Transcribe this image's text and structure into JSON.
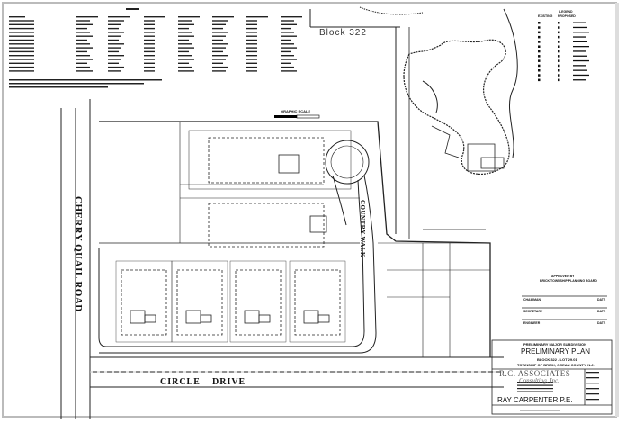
{
  "sheet": {
    "block_label": "Block 322",
    "graphic_scale": "GRAPHIC SCALE",
    "roads": {
      "west": "CHERRY QUAIL ROAD",
      "south_1": "CIRCLE",
      "south_2": "DRIVE",
      "internal": "COUNTRY WALK"
    },
    "legend": {
      "title": "LEGEND",
      "col_existing": "EXISTING",
      "col_proposed": "PROPOSED"
    },
    "approval": {
      "heading_1": "APPROVED BY",
      "heading_2": "BRICK TOWNSHIP PLANNING BOARD",
      "signers": [
        "CHAIRMAN",
        "SECRETARY",
        "ENGINEER"
      ],
      "date_label": "DATE"
    },
    "title_block": {
      "subtitle": "PRELIMINARY MAJOR SUBDIVISION",
      "title": "PRELIMINARY PLAN",
      "block_lot": "BLOCK 322 - LOT 29.01",
      "township": "TOWNSHIP OF BRICK, OCEAN COUNTY, N.J.",
      "firm_name": "R.C. ASSOCIATES",
      "firm_sub": "Consulting, Inc.",
      "engineer": "RAY CARPENTER P.E."
    }
  }
}
